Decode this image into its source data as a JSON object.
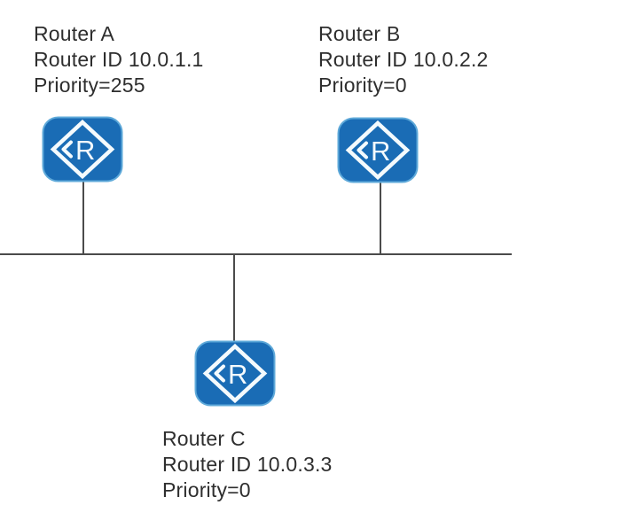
{
  "colors": {
    "background": "#ffffff",
    "router_fill": "#1a6cb5",
    "router_edge": "#5ea9d9",
    "router_glyph": "#f4fafd",
    "link_line": "#4b4b4b",
    "text": "#2e2e2e"
  },
  "diagram": {
    "type": "network-topology",
    "nodes": [
      {
        "name": "Router A",
        "router_id": "Router ID 10.0.1.1",
        "priority": "Priority=255",
        "icon": "router-icon",
        "icon_letter": "R"
      },
      {
        "name": "Router B",
        "router_id": "Router ID 10.0.2.2",
        "priority": "Priority=0",
        "icon": "router-icon",
        "icon_letter": "R"
      },
      {
        "name": "Router C",
        "router_id": "Router ID 10.0.3.3",
        "priority": "Priority=0",
        "icon": "router-icon",
        "icon_letter": "R"
      }
    ],
    "links": [
      {
        "from": "Router A",
        "to": "shared-ethernet-segment"
      },
      {
        "from": "Router B",
        "to": "shared-ethernet-segment"
      },
      {
        "from": "Router C",
        "to": "shared-ethernet-segment"
      }
    ]
  }
}
